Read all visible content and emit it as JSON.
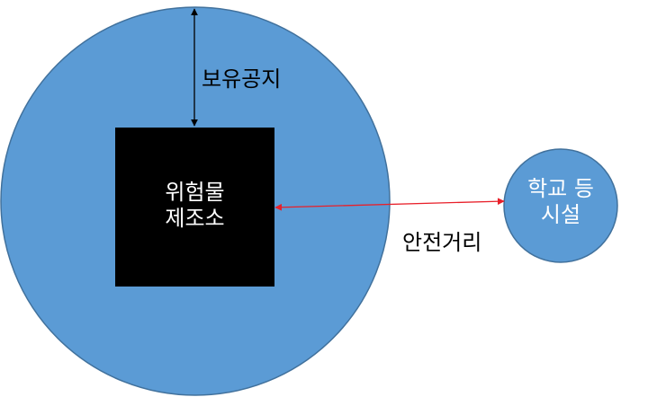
{
  "colors": {
    "circle_fill": "#5B9BD5",
    "circle_stroke": "#41719C",
    "facility_fill": "#000000",
    "buffer_arrow": "#000000",
    "distance_arrow": "#E8202A"
  },
  "facility": {
    "line1": "위험물",
    "line2": "제조소"
  },
  "buffer_zone": {
    "label": "보유공지"
  },
  "safety_distance": {
    "label": "안전거리"
  },
  "school": {
    "line1": "학교 등",
    "line2": "시설"
  }
}
